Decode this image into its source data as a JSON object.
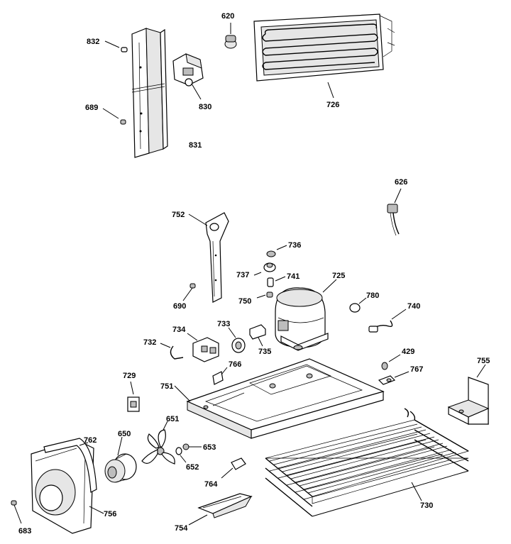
{
  "labels": {
    "l832": "832",
    "l620": "620",
    "l726": "726",
    "l830": "830",
    "l689": "689",
    "l831": "831",
    "l626": "626",
    "l752": "752",
    "l736": "736",
    "l737": "737",
    "l741": "741",
    "l725": "725",
    "l750": "750",
    "l780": "780",
    "l740": "740",
    "l690": "690",
    "l734": "734",
    "l733": "733",
    "l732": "732",
    "l735": "735",
    "l429": "429",
    "l766": "766",
    "l755": "755",
    "l767": "767",
    "l729": "729",
    "l751": "751",
    "l651": "651",
    "l762": "762",
    "l650": "650",
    "l653": "653",
    "l652": "652",
    "l764": "764",
    "l730": "730",
    "l756": "756",
    "l754": "754",
    "l683": "683"
  }
}
